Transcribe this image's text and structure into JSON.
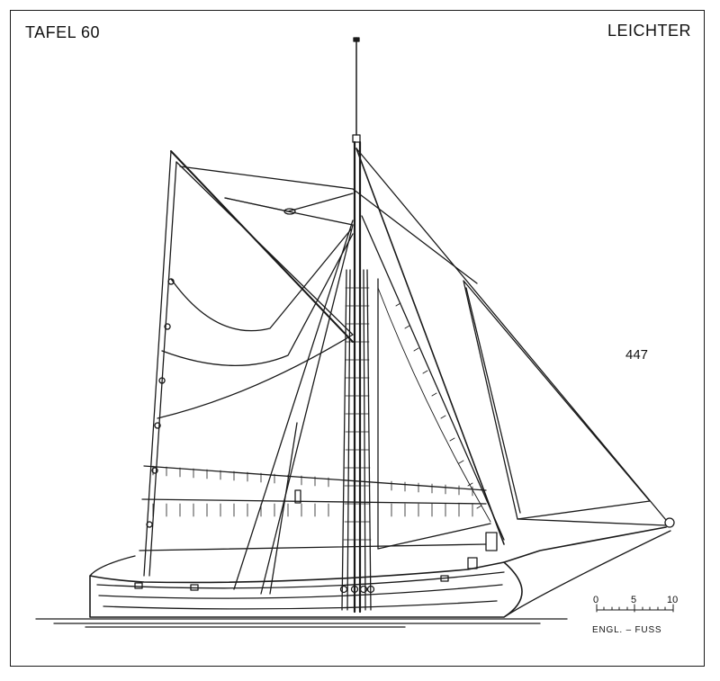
{
  "plate": {
    "label": "TAFEL 60",
    "vessel_type": "LEICHTER",
    "figure_number": "447"
  },
  "scale": {
    "ticks": [
      "0",
      "5",
      "10"
    ],
    "unit": "ENGL. – FUSS"
  }
}
